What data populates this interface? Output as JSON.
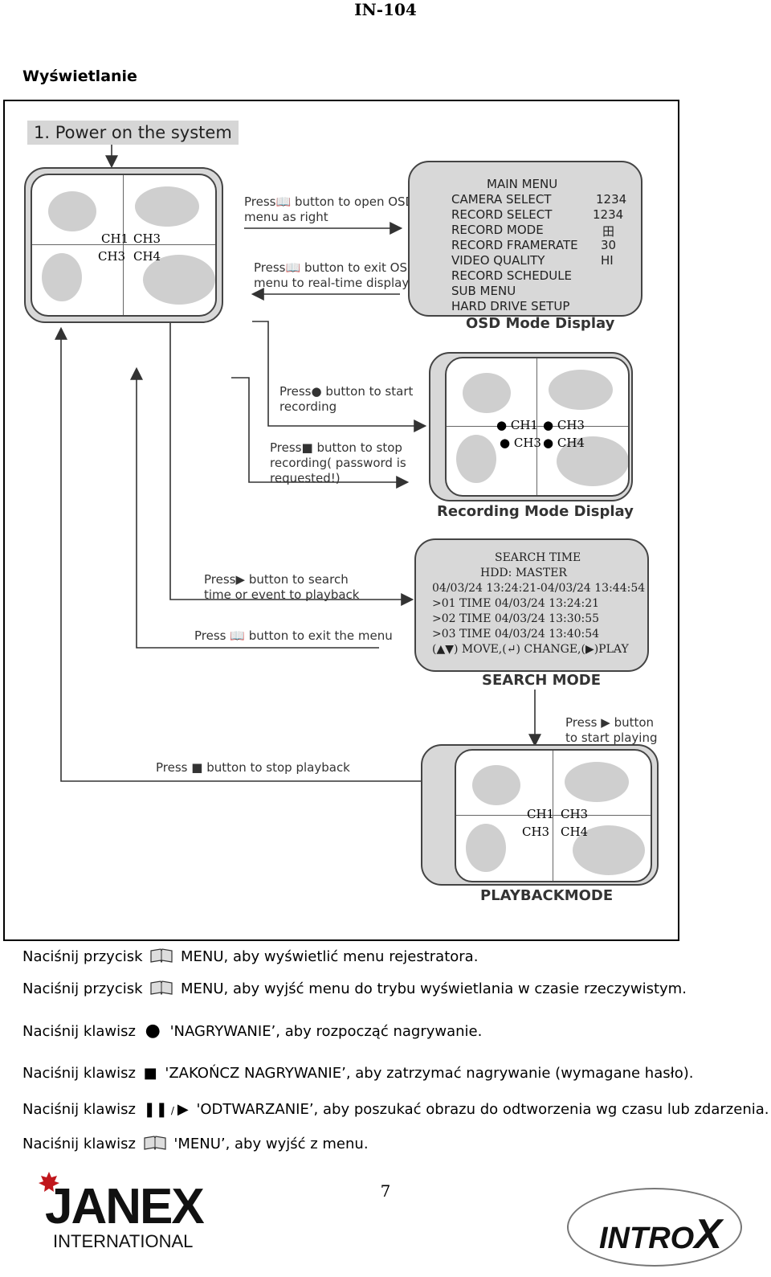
{
  "header": {
    "code": "IN-104"
  },
  "section_title": "Wyświetlanie",
  "diagram": {
    "step_title": "1. Power on the system",
    "live": {
      "labels": [
        "CH1",
        "CH3",
        "CH3",
        "CH4"
      ]
    },
    "notes": {
      "open_osd": [
        "Press",
        "button to open OSD",
        "menu as right"
      ],
      "exit_osd": [
        "Press",
        "button to exit OSD",
        "menu to real-time display"
      ],
      "start_rec": [
        "Press",
        "button to start",
        "recording"
      ],
      "stop_rec": [
        "Press",
        "button to stop",
        "recording( password is",
        "requested!)"
      ],
      "search": [
        "Press",
        "button to search",
        "time or event to playback"
      ],
      "exit_menu": [
        "Press",
        "button to exit the menu"
      ],
      "start_play": [
        "Press",
        "button",
        "to start playing"
      ],
      "stop_play": [
        "Press",
        "button to stop playback"
      ]
    },
    "osd": {
      "title": "MAIN MENU",
      "items": [
        {
          "label": "CAMERA SELECT",
          "value": "1234"
        },
        {
          "label": "RECORD SELECT",
          "value": "1234"
        },
        {
          "label": "RECORD MODE",
          "value": "田"
        },
        {
          "label": "RECORD FRAMERATE",
          "value": "30"
        },
        {
          "label": "VIDEO QUALITY",
          "value": "HI"
        },
        {
          "label": "RECORD SCHEDULE",
          "value": ""
        },
        {
          "label": "SUB MENU",
          "value": ""
        },
        {
          "label": "HARD DRIVE SETUP",
          "value": ""
        }
      ],
      "caption": "OSD Mode Display"
    },
    "recording": {
      "labels": [
        "CH1",
        "CH3",
        "CH3",
        "CH4"
      ],
      "caption": "Recording Mode Display"
    },
    "search": {
      "lines": [
        "SEARCH TIME",
        "HDD: MASTER",
        "04/03/24 13:24:21-04/03/24 13:44:54",
        ">01 TIME 04/03/24 13:24:21",
        ">02 TIME 04/03/24 13:30:55",
        ">03 TIME 04/03/24 13:40:54",
        "(▲▼) MOVE,(↵) CHANGE,(▶)PLAY"
      ],
      "caption": "SEARCH MODE"
    },
    "playback": {
      "labels": [
        "CH1",
        "CH3",
        "CH3",
        "CH4"
      ],
      "caption": "PLAYBACKMODE"
    }
  },
  "instructions": [
    {
      "prefix": "Naciśnij przycisk",
      "icon": "book-icon",
      "text": "MENU, aby wyświetlić menu rejestratora."
    },
    {
      "prefix": "Naciśnij przycisk",
      "icon": "book-icon",
      "text": "MENU, aby wyjść menu do trybu wyświetlania w czasie rzeczywistym."
    },
    {
      "prefix": "Naciśnij klawisz",
      "icon": "record-dot-icon",
      "text": "'NAGRYWANIE’, aby rozpocząć nagrywanie."
    },
    {
      "prefix": "Naciśnij klawisz",
      "icon": "stop-square-icon",
      "text": "'ZAKOŃCZ NAGRYWANIE’, aby zatrzymać nagrywanie (wymagane hasło)."
    },
    {
      "prefix": "Naciśnij klawisz",
      "icon": "pause-play-icon",
      "separator": "/",
      "text": "'ODTWARZANIE’, aby poszukać obrazu do odtworzenia wg czasu lub zdarzenia."
    },
    {
      "prefix": "Naciśnij klawisz",
      "icon": "book-icon",
      "text": "'MENU’, aby wyjść z menu."
    }
  ],
  "page_number": "7",
  "logos": {
    "left": {
      "word": "JANEX",
      "sub": "INTERNATIONAL"
    },
    "right": {
      "word": "INTRO",
      "x": "X"
    }
  }
}
